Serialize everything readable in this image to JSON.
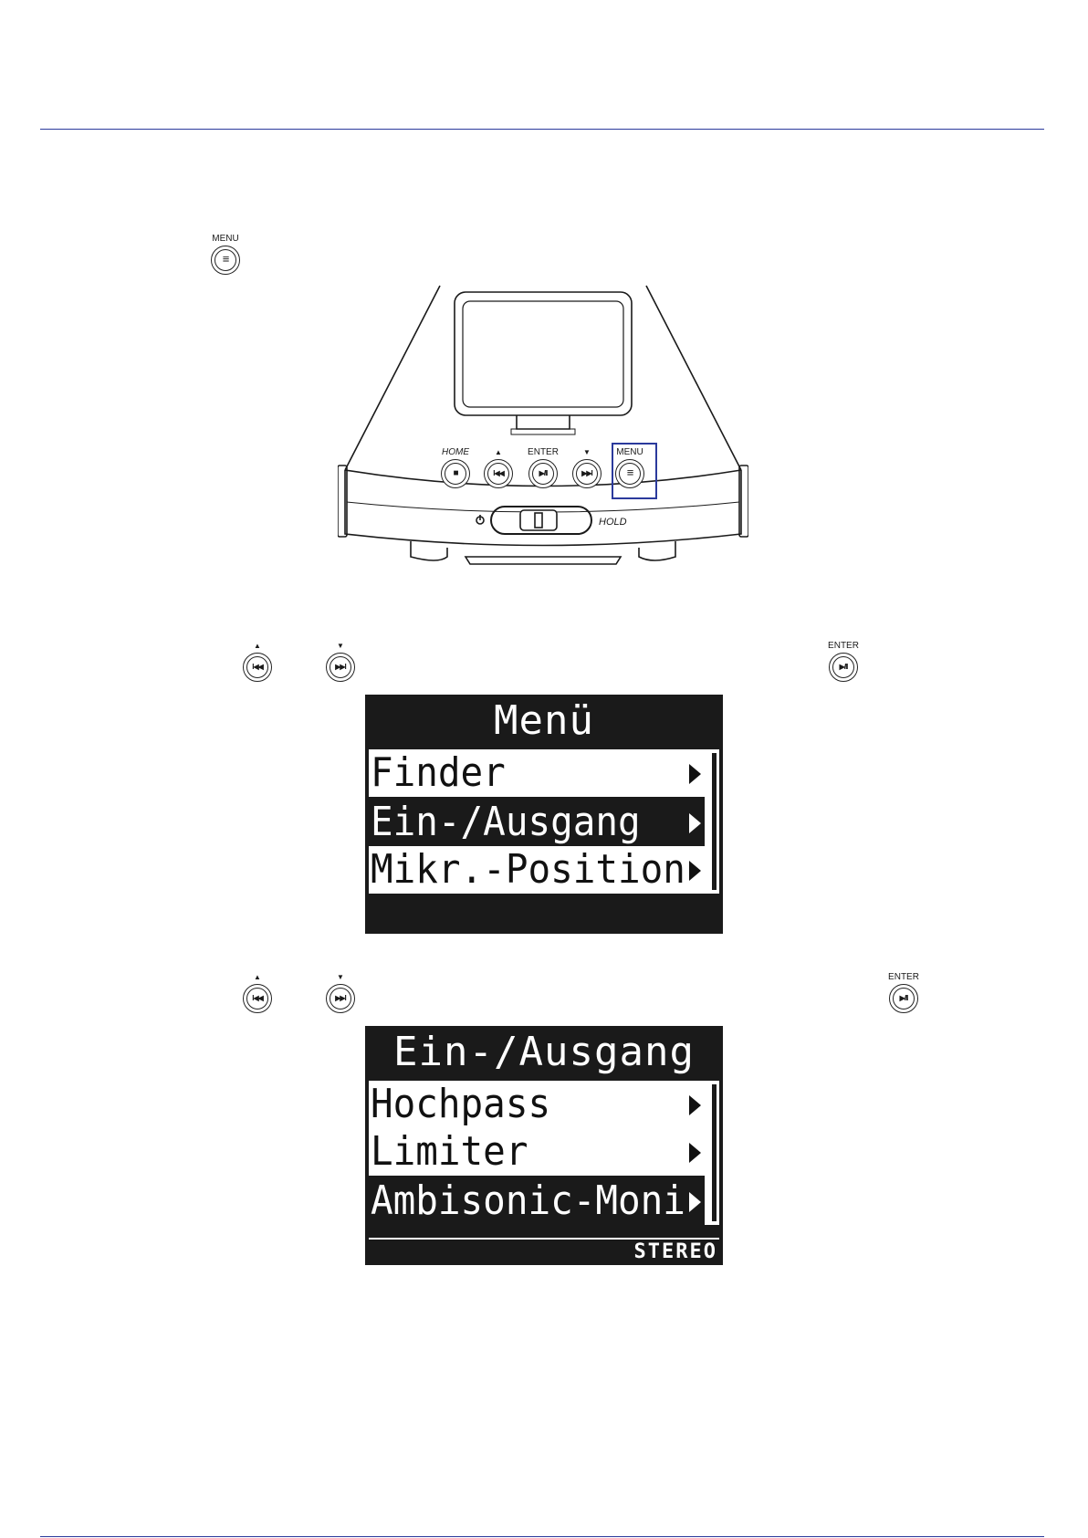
{
  "buttons": {
    "menu": {
      "label": "MENU",
      "glyph": "≡"
    },
    "home": {
      "label": "HOME",
      "glyph": "■"
    },
    "up": {
      "label": "▲",
      "glyph": "I◀◀"
    },
    "enter": {
      "label": "ENTER",
      "glyph": "▶/II"
    },
    "down": {
      "label": "▼",
      "glyph": "▶▶I"
    }
  },
  "device": {
    "hold_label": "HOLD",
    "power_symbol": "⏻"
  },
  "screen1": {
    "title": "Menü",
    "items": [
      {
        "label": "Finder"
      },
      {
        "label": "Ein-/Ausgang"
      },
      {
        "label": "Mikr.-Position"
      }
    ],
    "selected_index": 1
  },
  "screen2": {
    "title": "Ein-/Ausgang",
    "items": [
      {
        "label": "Hochpass"
      },
      {
        "label": "Limiter"
      },
      {
        "label": "Ambisonic-Moni"
      }
    ],
    "selected_index": 2,
    "footer": "STEREO"
  }
}
